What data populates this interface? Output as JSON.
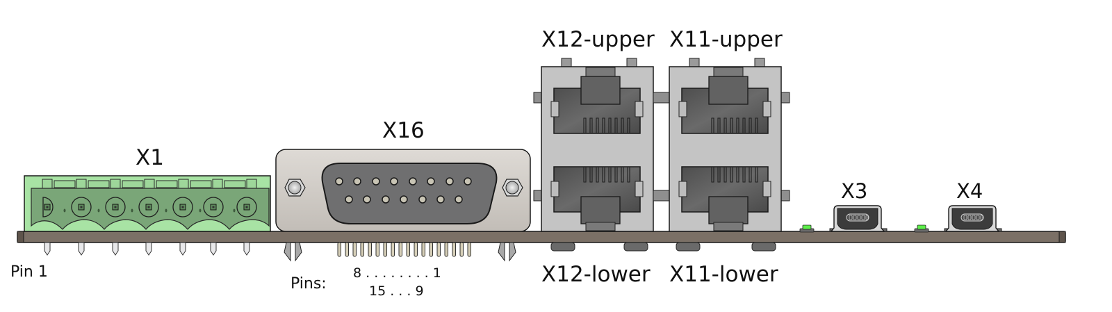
{
  "connectors": {
    "x1": {
      "label": "X1",
      "type": "7-pin pluggable terminal block",
      "pin_count": 7,
      "body_color": "#a8e3a4",
      "inner_color": "#7aa678"
    },
    "x16": {
      "label": "X16",
      "type": "DB-15 (DE-15) D-sub",
      "pin_count": 15,
      "shell_color": "#cfcbc6",
      "face_color": "#6f6f70"
    },
    "x12_upper": {
      "label": "X12-upper",
      "type": "RJ45"
    },
    "x11_upper": {
      "label": "X11-upper",
      "type": "RJ45"
    },
    "x12_lower": {
      "label": "X12-lower",
      "type": "RJ45"
    },
    "x11_lower": {
      "label": "X11-lower",
      "type": "RJ45"
    },
    "x3": {
      "label": "X3",
      "type": "Mini-USB"
    },
    "x4": {
      "label": "X4",
      "type": "Mini-USB"
    }
  },
  "annotations": {
    "pin1": "Pin 1",
    "pins_label": "Pins:",
    "pins_row1": "8 . . . . . . . . 1",
    "pins_row2": "15 . . . 9"
  },
  "colors": {
    "pcb": "#7b7066",
    "outline": "#1a1a1a",
    "rj45_housing": "#c4c4c4",
    "rj45_port": "#5a5a5a",
    "led": "#5df04a",
    "usb_shell": "#d8d8d8",
    "usb_face": "#3c3c3c"
  }
}
